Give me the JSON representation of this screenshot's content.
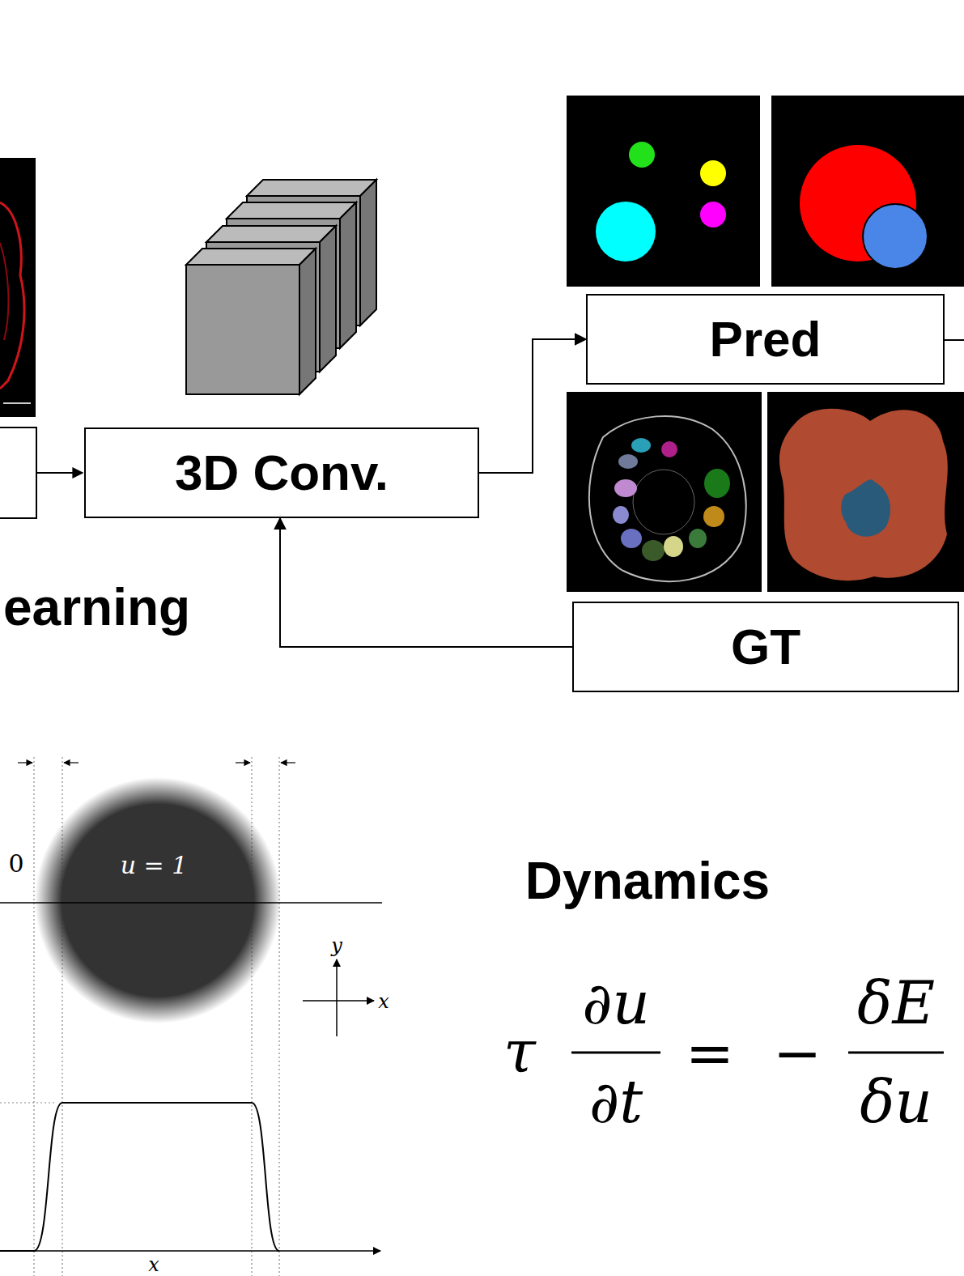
{
  "diagram": {
    "nodes": [
      {
        "text": [
          "3D Conv."
        ]
      },
      {
        "text": [
          "Pred"
        ]
      },
      {
        "text": [
          "GT"
        ]
      }
    ],
    "edges": [
      {
        "from": 0,
        "to": 1,
        "arrow": "to"
      },
      {
        "from": 2,
        "to": 0,
        "arrow": "to"
      }
    ],
    "labels": [
      "earning",
      "Dynamics",
      "u = 1",
      "0",
      "y",
      "x",
      "x",
      "τ",
      "∂u",
      "∂t",
      "=",
      "−",
      "δE",
      "δu"
    ]
  }
}
